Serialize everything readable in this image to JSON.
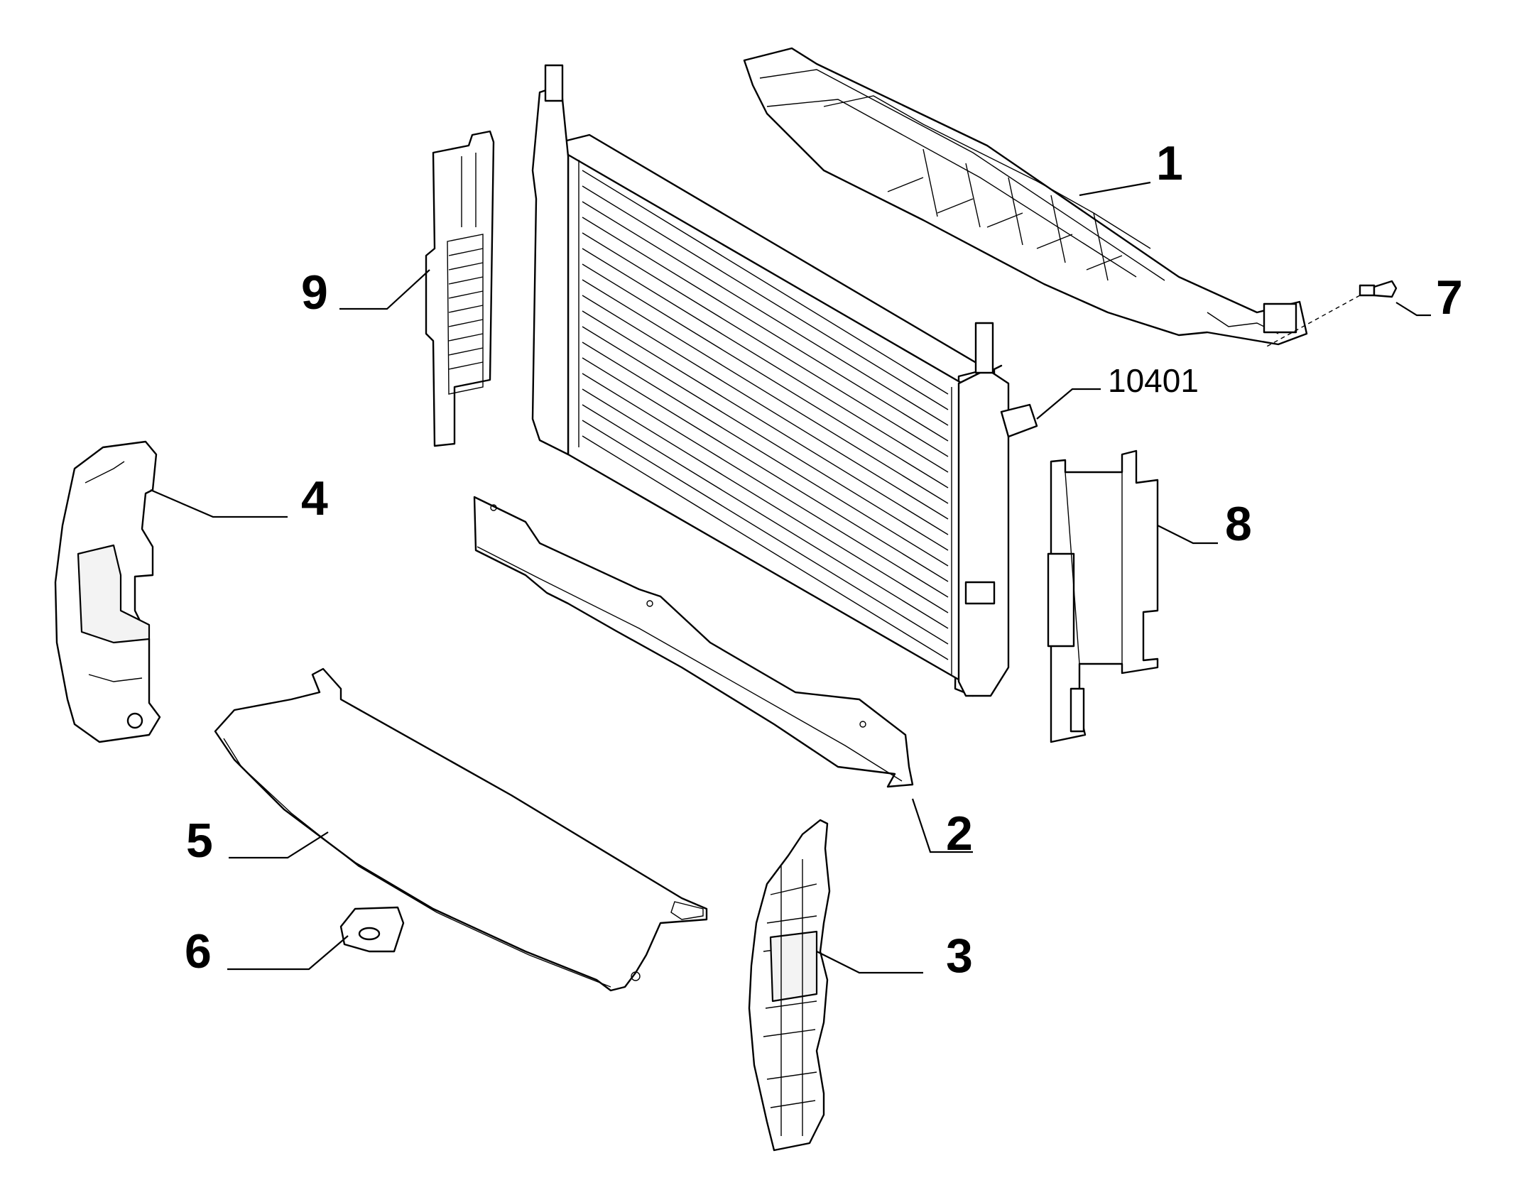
{
  "callouts": {
    "c1": "1",
    "c2": "2",
    "c3": "3",
    "c4": "4",
    "c5": "5",
    "c6": "6",
    "c7": "7",
    "c8": "8",
    "c9": "9",
    "ref": "10401"
  },
  "colors": {
    "line": "#000000",
    "background": "#ffffff"
  }
}
